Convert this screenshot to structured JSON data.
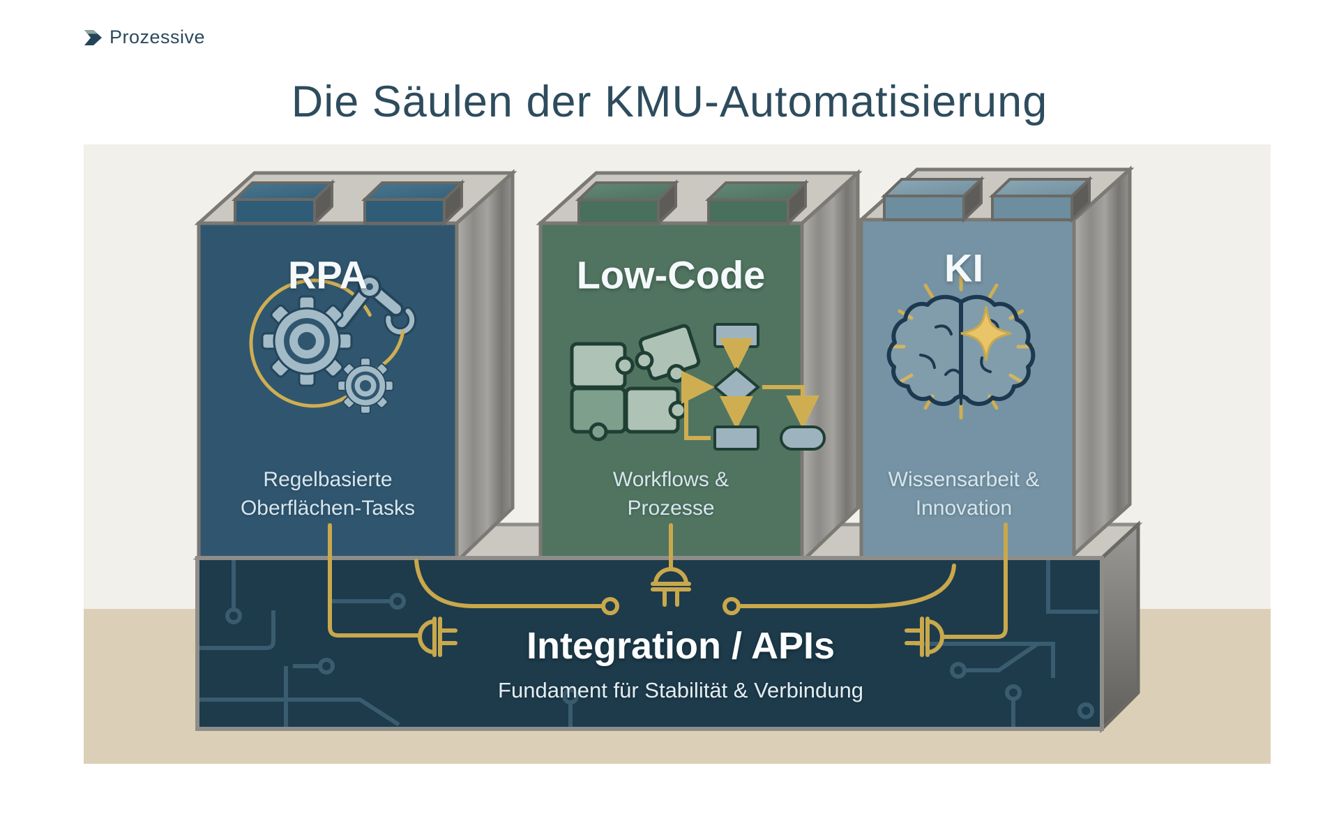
{
  "brand": {
    "name": "Prozessive",
    "icon": "chevron-right-icon",
    "color": "#2c4a5e"
  },
  "title": "Die Säulen der KMU-Automatisierung",
  "pillars": [
    {
      "label": "RPA",
      "description_line1": "Regelbasierte",
      "description_line2": "Oberflächen-Tasks",
      "icon": "robot-arm-gears-icon",
      "face_color": "#30566f"
    },
    {
      "label": "Low-Code",
      "description_line1": "Workflows &",
      "description_line2": "Prozesse",
      "icon": "puzzle-flowchart-icon",
      "face_color": "#507460"
    },
    {
      "label": "KI",
      "description_line1": "Wissensarbeit &",
      "description_line2": "Innovation",
      "icon": "brain-spark-icon",
      "face_color": "#7593a4"
    }
  ],
  "foundation": {
    "title": "Integration / APIs",
    "subtitle": "Fundament für Stabilität & Verbindung",
    "color": "#1d3b4b",
    "accent_color": "#c9a84c",
    "circuit_color": "#43687b",
    "icons": [
      "power-plug-left-icon",
      "power-plug-center-icon",
      "power-plug-right-icon"
    ]
  },
  "scene_colors": {
    "panel_background": "#f2f0ea",
    "floor": "#dbd0b7",
    "metal_edge": "#8f8d89",
    "top_face": "#cbc8c1"
  }
}
